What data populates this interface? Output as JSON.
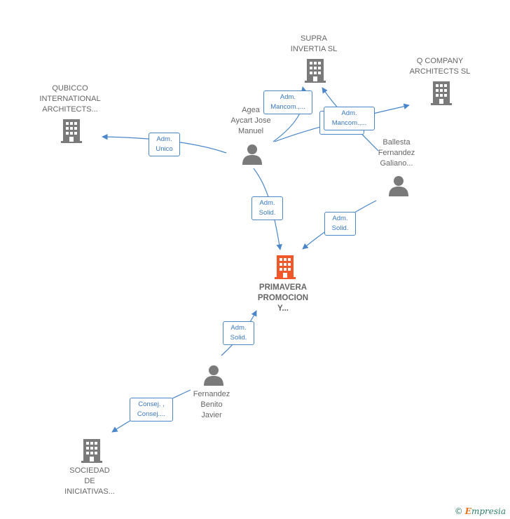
{
  "colors": {
    "edge": "#4a86c8",
    "building": "#7a7a7a",
    "building_main": "#f0582a",
    "person": "#7a7a7a"
  },
  "nodes": {
    "supra": [
      "SUPRA",
      "INVERTIA  SL"
    ],
    "qcompany": [
      "Q COMPANY",
      "ARCHITECTS SL"
    ],
    "qubicco": [
      "QUBICCO",
      "INTERNATIONAL",
      "ARCHITECTS..."
    ],
    "agea": [
      "Agea",
      "Aycart Jose",
      "Manuel"
    ],
    "ballesta": [
      "Ballesta",
      "Fernandez",
      "Galiano..."
    ],
    "primavera": [
      "PRIMAVERA",
      "PROMOCION",
      "Y..."
    ],
    "fernandez": [
      "Fernandez",
      "Benito",
      "Javier"
    ],
    "sociedad": [
      "SOCIEDAD",
      "DE",
      "INICIATIVAS..."
    ]
  },
  "edges": {
    "agea_supra": [
      "Adm.",
      "Mancom.,..."
    ],
    "ballesta_qcompany": [
      "Adm.",
      "Mancom.,..."
    ],
    "agea_qubicco": [
      "Adm.",
      "Unico"
    ],
    "agea_primavera": [
      "Adm.",
      "Solid."
    ],
    "ballesta_primavera": [
      "Adm.",
      "Solid."
    ],
    "fernandez_primavera": [
      "Adm.",
      "Solid."
    ],
    "fernandez_sociedad": [
      "Consej. ,",
      "Consej...."
    ]
  },
  "footer": {
    "copyright": "©",
    "brand_first": "E",
    "brand_rest": "mpresia"
  }
}
